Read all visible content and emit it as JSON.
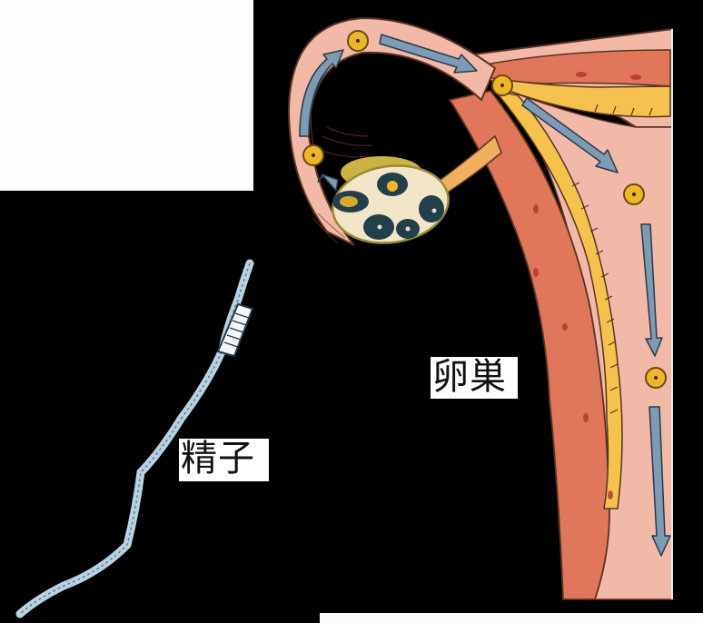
{
  "diagram": {
    "labels": {
      "ovary": "卵巣",
      "sperm": "精子"
    },
    "colors": {
      "background": "#000000",
      "tube_pink": "#f2b8a8",
      "muscle_orange": "#e0765a",
      "endometrium_yellow": "#f5c24e",
      "ovum_yellow": "#f0b62a",
      "arrow_blue": "#7c9bb5",
      "ovary_cream": "#f3e6c8",
      "follicle_dark": "#23404a",
      "sperm_blue": "#b9d2e2",
      "outline_brown": "#5a3320"
    },
    "ova_count": 5,
    "flow_arrows": 6
  }
}
